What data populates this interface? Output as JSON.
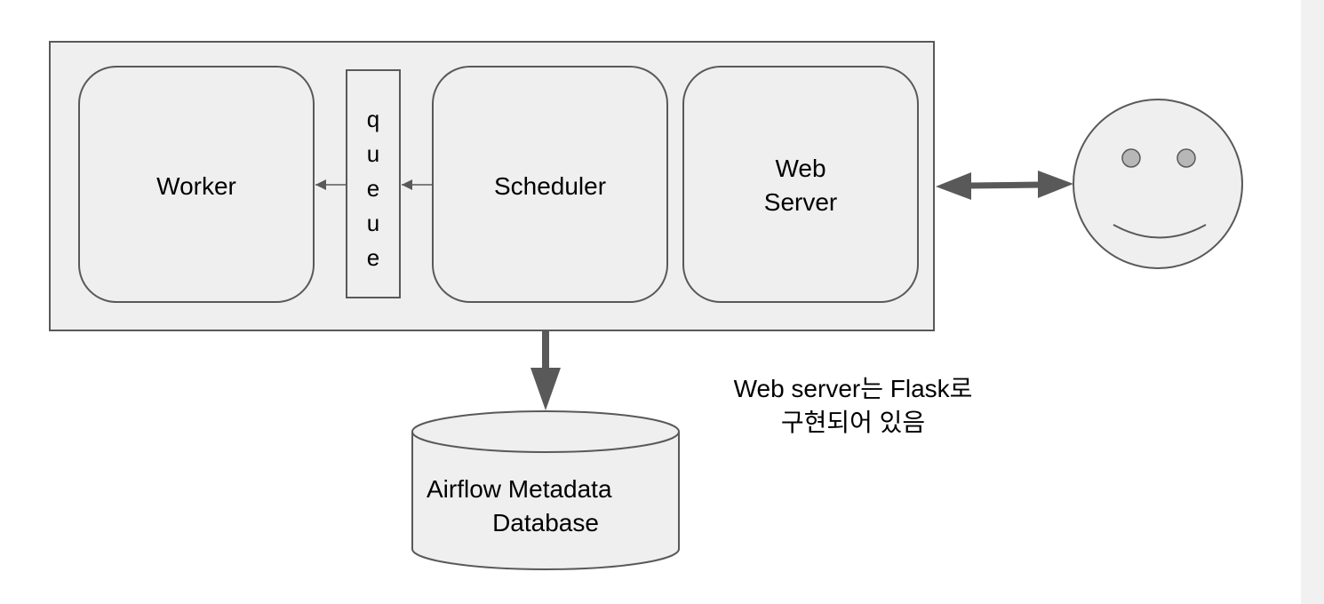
{
  "nodes": {
    "worker": "Worker",
    "queue_letters": [
      "q",
      "u",
      "e",
      "u",
      "e"
    ],
    "scheduler": "Scheduler",
    "web_server_line1": "Web",
    "web_server_line2": "Server",
    "database_line1": "Airflow Metadata",
    "database_line2": "Database"
  },
  "note": {
    "line1": "Web server는 Flask로",
    "line2": "구현되어 있음"
  },
  "colors": {
    "box_fill": "#efefef",
    "stroke": "#595959",
    "arrow": "#595959",
    "eye": "#b7b7b7"
  }
}
